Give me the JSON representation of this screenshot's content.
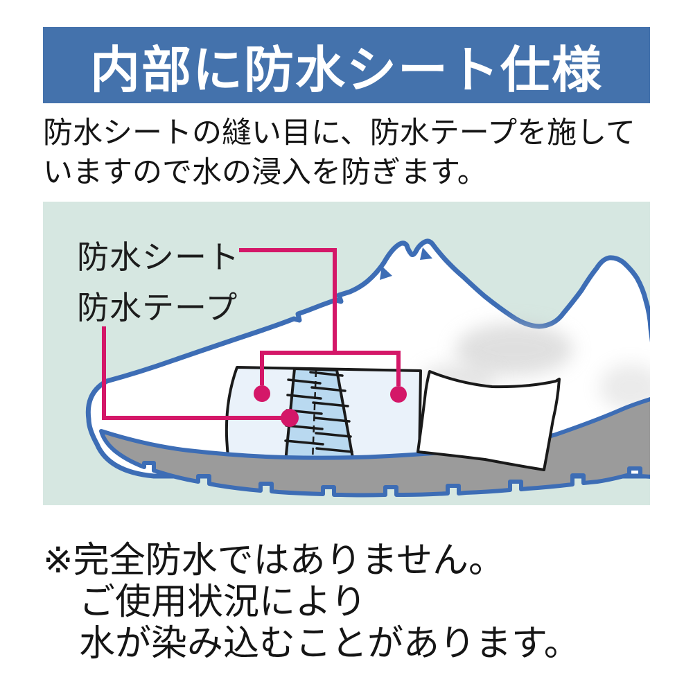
{
  "header": {
    "title": "内部に防水シート仕様",
    "bg_color": "#4472ac",
    "text_color": "#ffffff"
  },
  "description": {
    "line1": "防水シートの縫い目に、防水テープを施して",
    "line2": "いますので水の浸入を防ぎます。"
  },
  "diagram": {
    "label_sheet": "防水シート",
    "label_tape": "防水テープ",
    "bg_color": "#d6e7e1",
    "callout_color": "#d41768",
    "shoe_outline_color": "#3d6db5",
    "shoe_fill_color": "#ffffff",
    "sole_color": "#9b9b9b",
    "sheet_color": "#eaf2fa",
    "tape_color": "#b9d9f0",
    "cutaway_line_color": "#1a1a1a"
  },
  "note": {
    "marker": "※",
    "line1": "完全防水ではありません。",
    "line2": "ご使用状況により",
    "line3": "水が染み込むことがあります。"
  }
}
